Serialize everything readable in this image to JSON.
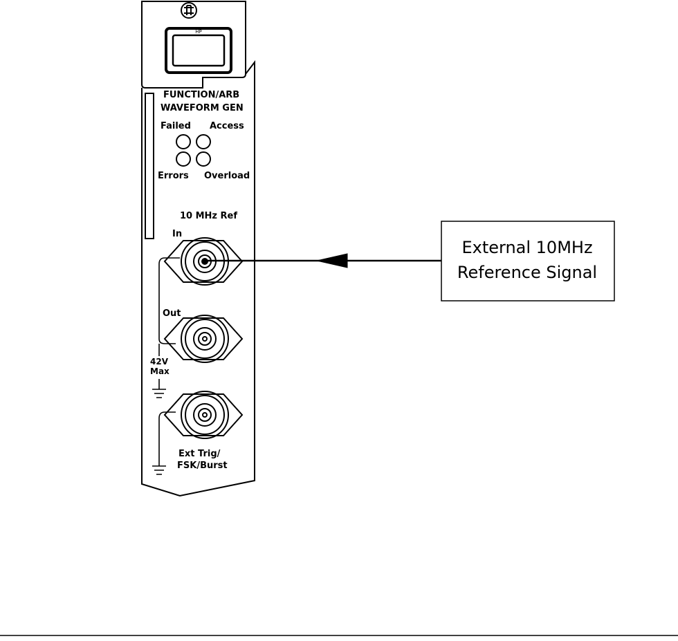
{
  "panel": {
    "title_line1": "FUNCTION/ARB",
    "title_line2": "WAVEFORM GEN",
    "indicators": {
      "failed": "Failed",
      "access": "Access",
      "errors": "Errors",
      "overload": "Overload"
    },
    "ref_section_label": "10 MHz  Ref",
    "in_label": "In",
    "out_label": "Out",
    "voltage_label_line1": "42V",
    "voltage_label_line2": "Max",
    "trig_label_line1": "Ext  Trig/",
    "trig_label_line2": "FSK/Burst",
    "handle_label": "HP"
  },
  "callout": {
    "line1": "External 10MHz",
    "line2": "Reference Signal"
  }
}
